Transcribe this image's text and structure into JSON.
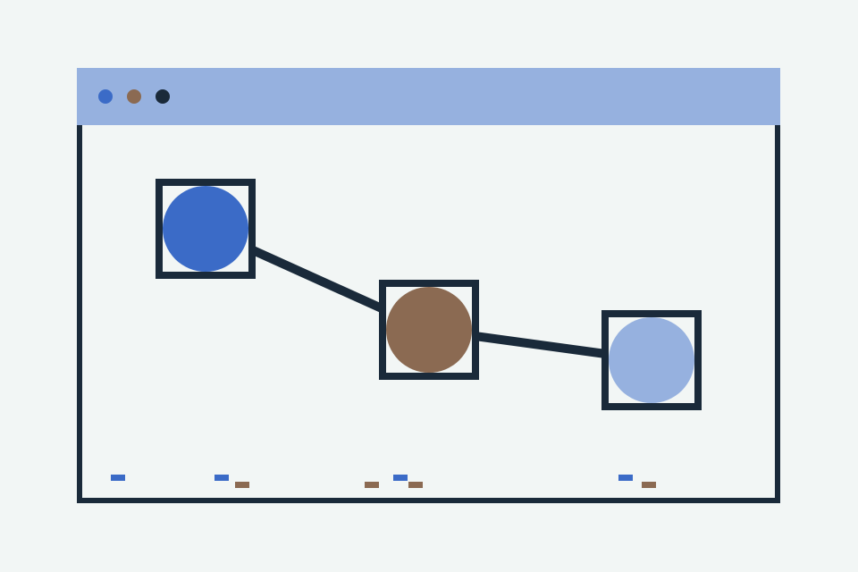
{
  "colors": {
    "background": "#f2f6f5",
    "titlebar": "#96b1df",
    "frame": "#1a2a3a",
    "blue": "#3b6bc7",
    "brown": "#8b6a52",
    "light_blue": "#96b1df"
  },
  "window": {
    "controls": [
      {
        "name": "blue",
        "color": "#3b6bc7"
      },
      {
        "name": "brown",
        "color": "#8b6a52"
      },
      {
        "name": "dark",
        "color": "#1a2a3a"
      }
    ]
  },
  "diagram": {
    "nodes": [
      {
        "id": "node-1",
        "color": "#3b6bc7",
        "shape": "circle-in-square"
      },
      {
        "id": "node-2",
        "color": "#8b6a52",
        "shape": "circle-in-square"
      },
      {
        "id": "node-3",
        "color": "#96b1df",
        "shape": "circle-in-square"
      }
    ],
    "edges": [
      {
        "from": "node-1",
        "to": "node-2"
      },
      {
        "from": "node-2",
        "to": "node-3"
      }
    ],
    "footer_markers": [
      {
        "color": "#3b6bc7"
      },
      {
        "color": "#3b6bc7"
      },
      {
        "color": "#8b6a52"
      },
      {
        "color": "#8b6a52"
      },
      {
        "color": "#3b6bc7"
      },
      {
        "color": "#8b6a52"
      },
      {
        "color": "#3b6bc7"
      },
      {
        "color": "#8b6a52"
      }
    ]
  }
}
